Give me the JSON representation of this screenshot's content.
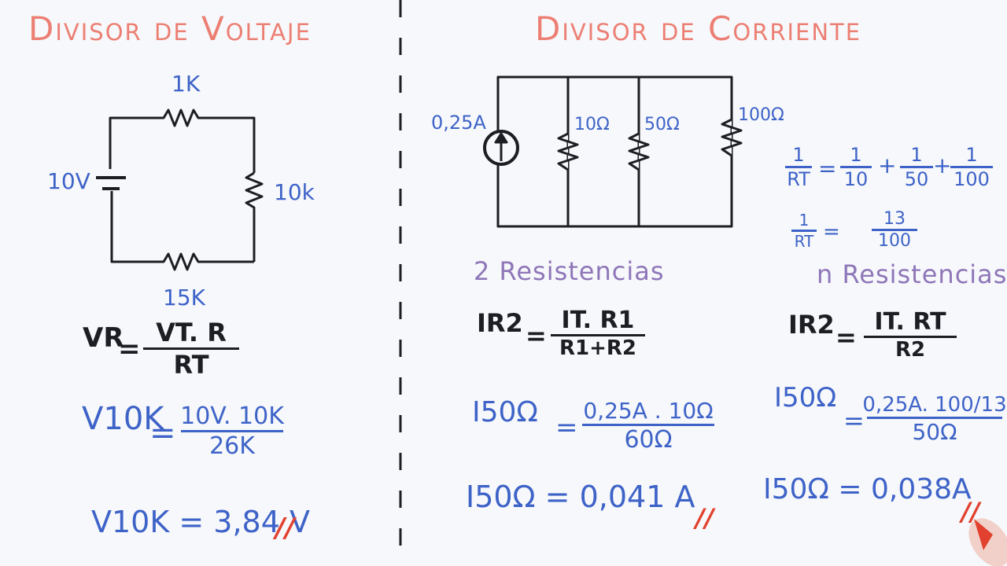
{
  "left": {
    "title": "Divisor de Voltaje",
    "circuit": {
      "r_top": "1K",
      "source": "10V",
      "r_right": "10k",
      "r_bottom": "15K"
    },
    "formula": {
      "lhs": "VR",
      "eq": "=",
      "num": "VT. R",
      "den": "RT"
    },
    "calc": {
      "lhs": "V10K",
      "eq": "=",
      "num": "10V. 10K",
      "den": "26K"
    },
    "result": {
      "text": "V10K = 3,84 V",
      "mark": "//"
    }
  },
  "right": {
    "title": "Divisor de Corriente",
    "circuit": {
      "source": "0,25A",
      "r1": "10Ω",
      "r2": "50Ω",
      "r3": "100Ω"
    },
    "rt_eq1": {
      "a_num": "1",
      "a_den": "RT",
      "eq": "=",
      "b_num": "1",
      "b_den": "10",
      "plus1": "+",
      "c_num": "1",
      "c_den": "50",
      "plus2": "+",
      "d_num": "1",
      "d_den": "100"
    },
    "rt_eq2": {
      "a_num": "1",
      "a_den": "RT",
      "eq": "=",
      "b_num": "13",
      "b_den": "100"
    },
    "two_label": "2 Resistencias",
    "n_label": "n Resistencias",
    "two_formula": {
      "lhs": "IR2",
      "eq": "=",
      "num": "IT. R1",
      "den": "R1+R2"
    },
    "n_formula": {
      "lhs": "IR2",
      "eq": "=",
      "num": "IT. RT",
      "den": "R2"
    },
    "two_calc": {
      "lhs": "I50Ω",
      "eq": "=",
      "num": "0,25A . 10Ω",
      "den": "60Ω"
    },
    "n_calc": {
      "lhs": "I50Ω",
      "eq": "=",
      "num": "0,25A. 100/13",
      "den": "50Ω"
    },
    "two_result": {
      "text": "I50Ω = 0,041 A",
      "mark": "//"
    },
    "n_result": {
      "text": "I50Ω = 0,038A",
      "mark": "//"
    }
  },
  "colors": {
    "title": "#ec7f73",
    "blue": "#3e63c8",
    "black": "#1d1d24",
    "purple": "#8e76b8",
    "red": "#e2412f"
  }
}
